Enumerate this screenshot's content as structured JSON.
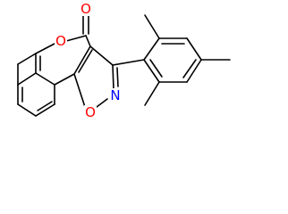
{
  "molecule": {
    "atoms": [
      {
        "id": "o_carbonyl",
        "element": "O",
        "label": "O",
        "color": "#ff0000"
      },
      {
        "id": "o_ring",
        "element": "O",
        "label": "O",
        "color": "#ff0000"
      },
      {
        "id": "n_isoxazole",
        "element": "N",
        "label": "N",
        "color": "#0000ff"
      },
      {
        "id": "o_isoxazole",
        "element": "O",
        "label": "O",
        "color": "#ff0000"
      }
    ],
    "bond_color": "#000000"
  }
}
